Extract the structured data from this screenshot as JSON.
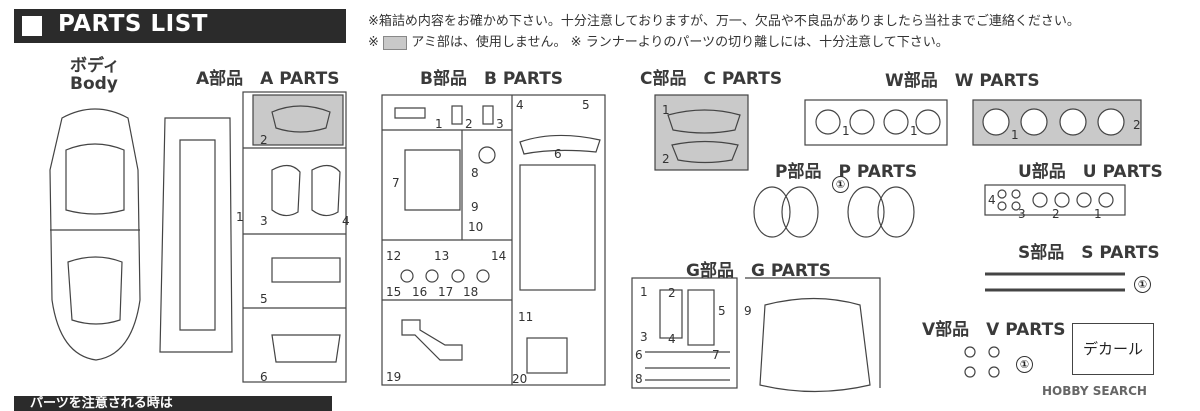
{
  "header": {
    "title": "PARTS LIST"
  },
  "notes": {
    "line1": "※箱詰め内容をお確かめ下さい。十分注意しておりますが、万一、欠品や不良品がありましたら当社までご連絡ください。",
    "line2a": "※",
    "line2b": "アミ部は、使用しません。 ※ ランナーよりのパーツの切り離しには、十分注意して下さい。"
  },
  "body": {
    "jp": "ボディ",
    "en": "Body"
  },
  "groups": {
    "a": "A部品　A PARTS",
    "b": "B部品　B PARTS",
    "c": "C部品　C PARTS",
    "w": "W部品　W PARTS",
    "p": "P部品　P PARTS",
    "u": "U部品　U PARTS",
    "s": "S部品　S PARTS",
    "g": "G部品　G PARTS",
    "v": "V部品　V PARTS"
  },
  "decal": "デカール",
  "marker": "①",
  "numbers": {
    "a": [
      "1",
      "2",
      "3",
      "4",
      "5",
      "6"
    ],
    "b": [
      "1",
      "2",
      "3",
      "4",
      "5",
      "6",
      "7",
      "8",
      "9",
      "10",
      "11",
      "12",
      "13",
      "14",
      "15",
      "16",
      "17",
      "18",
      "19",
      "20"
    ],
    "c": [
      "1",
      "2"
    ],
    "w": [
      "1",
      "1",
      "1",
      "2"
    ],
    "u": [
      "4",
      "3",
      "2",
      "1"
    ],
    "g": [
      "1",
      "2",
      "3",
      "4",
      "5",
      "6",
      "7",
      "8",
      "9"
    ]
  },
  "footer": {
    "text": "パーツを注意される時は"
  },
  "watermark": "HOBBY SEARCH"
}
